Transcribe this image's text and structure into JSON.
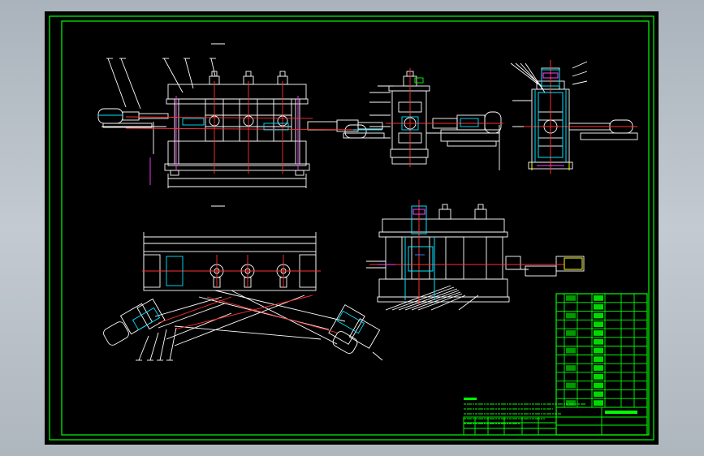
{
  "viewport": {
    "background": "#000000",
    "border_color": "#00ff00"
  },
  "palette": {
    "white": "#ffffff",
    "green": "#00ff00",
    "red": "#ff3030",
    "cyan": "#00e5ff",
    "magenta": "#ff40ff",
    "yellow": "#ffff00",
    "blue": "#3a7bff"
  },
  "views": {
    "front": {},
    "side_left": {},
    "side_right": {},
    "plan": {},
    "lower_section": {}
  },
  "title_block": {
    "rows": 13,
    "cols": 6
  },
  "notes": {
    "lines": 5
  }
}
